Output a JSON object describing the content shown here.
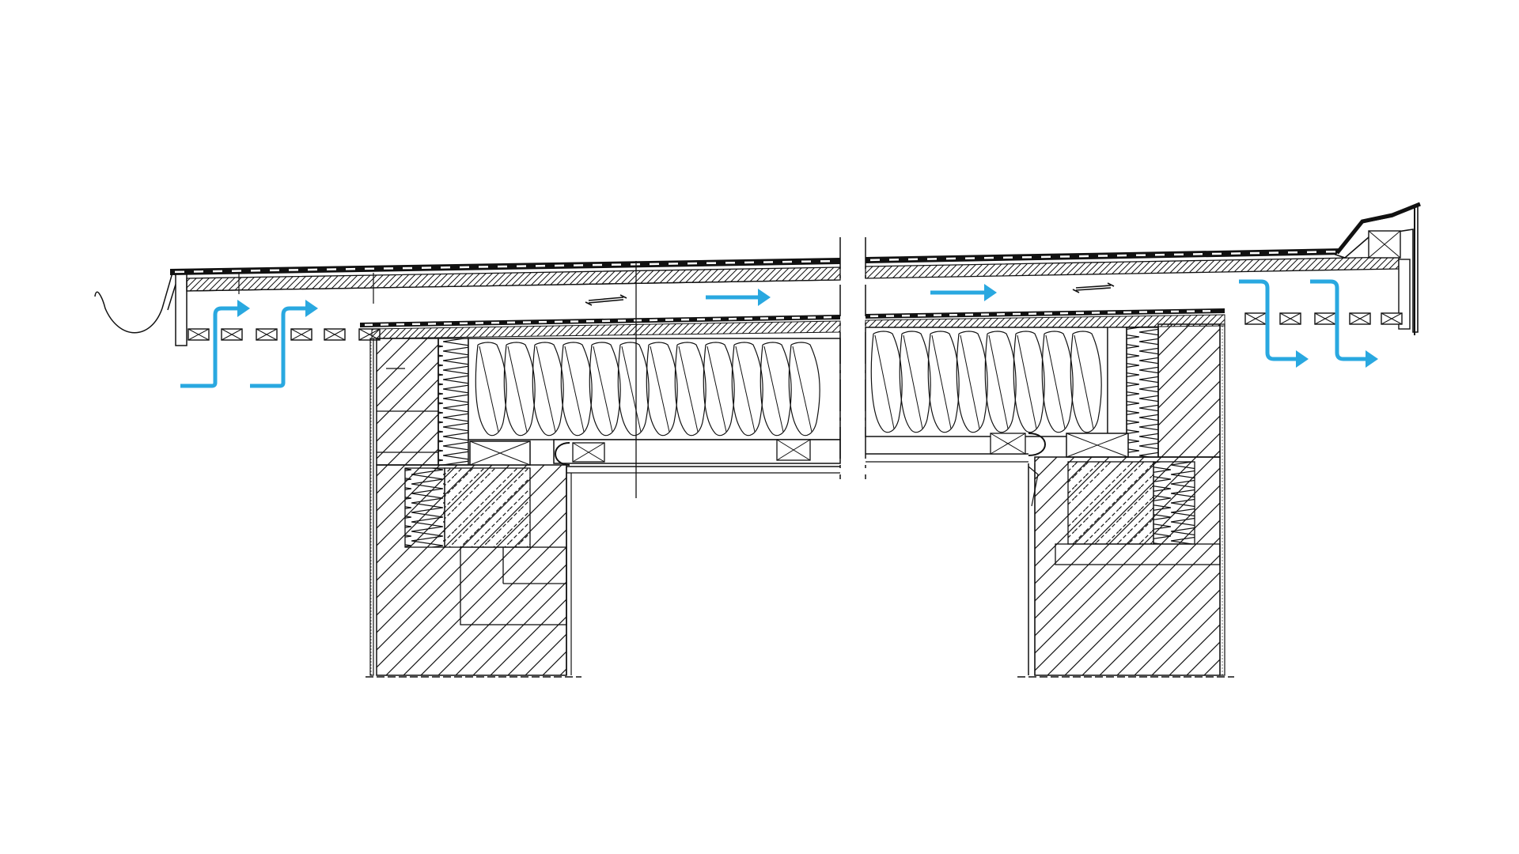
{
  "diagram": {
    "kind": "architectural-section",
    "subject": "ventilated-flat-roof-section",
    "break_lines": true,
    "labels": []
  },
  "colors": {
    "line": "#111111",
    "airflow": "#29a8e0",
    "background": "#ffffff"
  },
  "airflow": {
    "inlet_arrows": 2,
    "cavity_arrows": 2,
    "outlet_arrows": 2
  },
  "icons": {
    "airflow": "arrow-right-icon",
    "slope": "double-arrow-icon"
  }
}
